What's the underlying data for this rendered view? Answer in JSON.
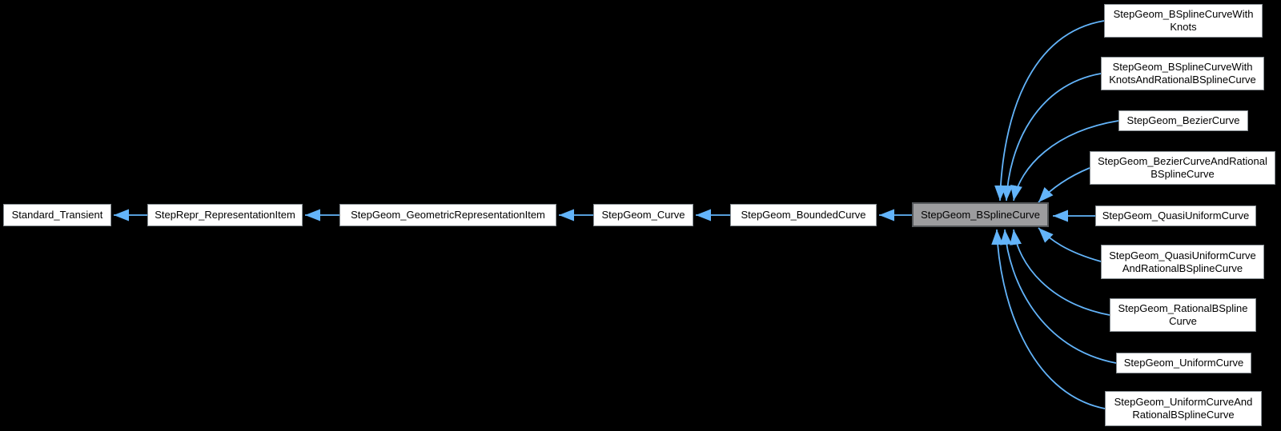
{
  "diagram": {
    "kind": "class-inheritance-graph",
    "focus_node": "StepGeom_BSplineCurve",
    "colors": {
      "background": "#000000",
      "node_fill": "#ffffff",
      "node_border": "#888f94",
      "focus_fill": "#9c9c9e",
      "focus_border": "#55585b",
      "edge_blue": "#63b4fa",
      "text": "#000000"
    },
    "nodes": [
      {
        "id": "standard-transient",
        "label": "Standard_Transient"
      },
      {
        "id": "steprepr-representationitem",
        "label": "StepRepr_RepresentationItem"
      },
      {
        "id": "stepgeom-geometricrepresentationitem",
        "label": "StepGeom_GeometricRepresentationItem"
      },
      {
        "id": "stepgeom-curve",
        "label": "StepGeom_Curve"
      },
      {
        "id": "stepgeom-boundedcurve",
        "label": "StepGeom_BoundedCurve"
      },
      {
        "id": "stepgeom-bsplinecurve",
        "label": "StepGeom_BSplineCurve"
      },
      {
        "id": "stepgeom-bsplinecurvewithknots",
        "label": "StepGeom_BSplineCurveWith\nKnots"
      },
      {
        "id": "stepgeom-bsplinecurvewithknotsandrationalbsplinecurve",
        "label": "StepGeom_BSplineCurveWith\nKnotsAndRationalBSplineCurve"
      },
      {
        "id": "stepgeom-beziercurve",
        "label": "StepGeom_BezierCurve"
      },
      {
        "id": "stepgeom-beziercurveandrationalbsplinecurve",
        "label": "StepGeom_BezierCurveAndRational\nBSplineCurve"
      },
      {
        "id": "stepgeom-quasiuniformcurve",
        "label": "StepGeom_QuasiUniformCurve"
      },
      {
        "id": "stepgeom-quasiuniformcurveandrationalbsplinecurve",
        "label": "StepGeom_QuasiUniformCurve\nAndRationalBSplineCurve"
      },
      {
        "id": "stepgeom-rationalbsplinecurve",
        "label": "StepGeom_RationalBSpline\nCurve"
      },
      {
        "id": "stepgeom-uniformcurve",
        "label": "StepGeom_UniformCurve"
      },
      {
        "id": "stepgeom-uniformcurveandrationalbsplinecurve",
        "label": "StepGeom_UniformCurveAnd\nRationalBSplineCurve"
      }
    ],
    "edges": [
      {
        "from": "StepRepr_RepresentationItem",
        "to": "Standard_Transient"
      },
      {
        "from": "StepGeom_GeometricRepresentationItem",
        "to": "StepRepr_RepresentationItem"
      },
      {
        "from": "StepGeom_Curve",
        "to": "StepGeom_GeometricRepresentationItem"
      },
      {
        "from": "StepGeom_BoundedCurve",
        "to": "StepGeom_Curve"
      },
      {
        "from": "StepGeom_BSplineCurve",
        "to": "StepGeom_BoundedCurve"
      },
      {
        "from": "StepGeom_BSplineCurveWithKnots",
        "to": "StepGeom_BSplineCurve"
      },
      {
        "from": "StepGeom_BSplineCurveWithKnotsAndRationalBSplineCurve",
        "to": "StepGeom_BSplineCurve"
      },
      {
        "from": "StepGeom_BezierCurve",
        "to": "StepGeom_BSplineCurve"
      },
      {
        "from": "StepGeom_BezierCurveAndRationalBSplineCurve",
        "to": "StepGeom_BSplineCurve"
      },
      {
        "from": "StepGeom_QuasiUniformCurve",
        "to": "StepGeom_BSplineCurve"
      },
      {
        "from": "StepGeom_QuasiUniformCurveAndRationalBSplineCurve",
        "to": "StepGeom_BSplineCurve"
      },
      {
        "from": "StepGeom_RationalBSplineCurve",
        "to": "StepGeom_BSplineCurve"
      },
      {
        "from": "StepGeom_UniformCurve",
        "to": "StepGeom_BSplineCurve"
      },
      {
        "from": "StepGeom_UniformCurveAndRationalBSplineCurve",
        "to": "StepGeom_BSplineCurve"
      }
    ]
  }
}
